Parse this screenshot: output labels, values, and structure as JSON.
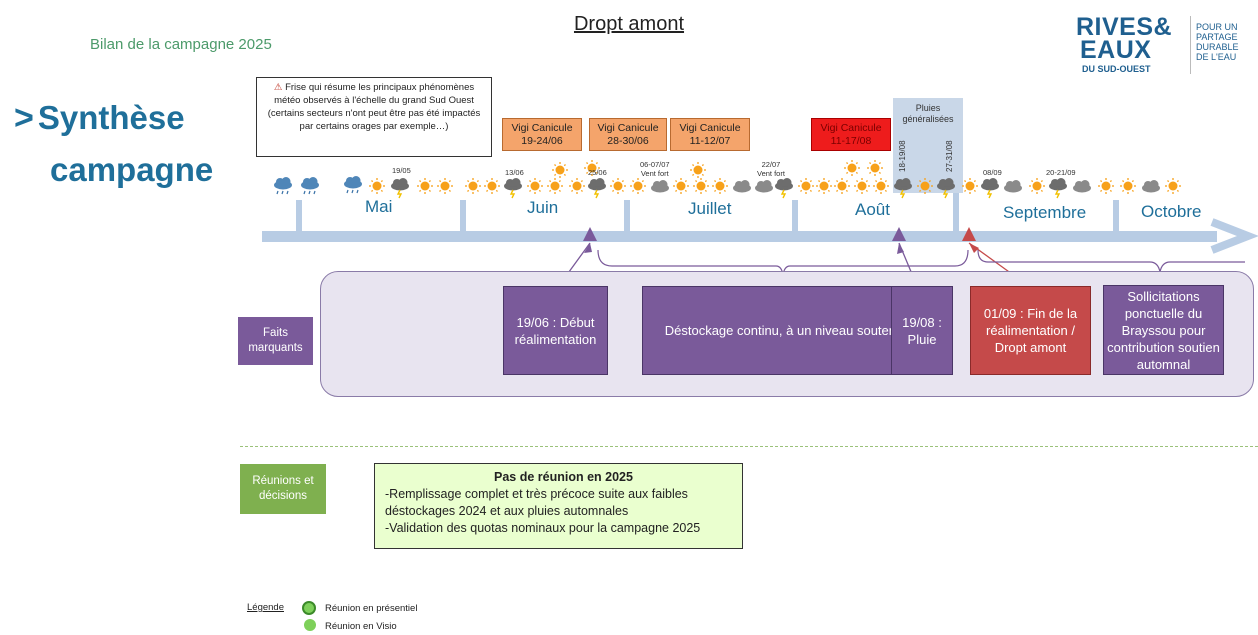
{
  "header": {
    "subtitle": "Bilan de la campagne 2025",
    "page_title": "Dropt amont",
    "section_title_line1": "Synthèse",
    "section_title_line2": "campagne",
    "chevron": ">"
  },
  "logo": {
    "line1": "RIVES&",
    "line2": "EAUX",
    "line3": "DU SUD-OUEST",
    "tagline": [
      "POUR UN",
      "PARTAGE",
      "DURABLE",
      "DE L'EAU"
    ]
  },
  "note": {
    "text": "Frise qui résume les principaux phénomènes météo observés à l'échelle du grand Sud Ouest (certains secteurs n'ont peut être pas été impactés par certains orages par exemple…)"
  },
  "vigilance": [
    {
      "title": "Vigi Canicule",
      "dates": "19-24/06"
    },
    {
      "title": "Vigi Canicule",
      "dates": "28-30/06"
    },
    {
      "title": "Vigi Canicule",
      "dates": "11-12/07"
    },
    {
      "title": "Vigi Canicule",
      "dates": "11-17/08"
    }
  ],
  "pluies": {
    "label": "Pluies généralisées",
    "start": "18-19/08",
    "end": "27-31/08"
  },
  "date_labels": {
    "d1905": "19/05",
    "d1306": "13/06",
    "d2506": "25/06",
    "d0607": "06-07/07",
    "d0607_note": "Vent fort",
    "d2207": "22/07",
    "d2207_note": "Vent fort",
    "d0809": "08/09",
    "d2021": "20-21/09"
  },
  "months": [
    "Mai",
    "Juin",
    "Juillet",
    "Août",
    "Septembre",
    "Octobre"
  ],
  "faits": {
    "label": "Faits marquants",
    "items": [
      "19/06 : Début réalimentation",
      "Déstockage continu, à un niveau soutenu",
      "19/08 : Pluie",
      "01/09 : Fin de la réalimentation / Dropt amont",
      "Sollicitations ponctuelle du Brayssou pour contribution soutien automnal"
    ]
  },
  "reunions": {
    "label": "Réunions et décisions",
    "title": "Pas de réunion en 2025",
    "lines": [
      "-Remplissage complet et très précoce suite aux faibles déstockages 2024 et aux pluies automnales",
      "-Validation des quotas nominaux pour la campagne 2025"
    ]
  },
  "legend": {
    "title": "Légende",
    "items": [
      "Réunion en présentiel",
      "Réunion en Visio"
    ]
  },
  "colors": {
    "accent_blue": "#1f6f9a",
    "timeline": "#b8cce4",
    "purple": "#7a5a9a",
    "red": "#c54a4a",
    "green": "#7fb04f",
    "vigi_orange": "#f4a46b",
    "vigi_red": "#ee1c1c"
  }
}
